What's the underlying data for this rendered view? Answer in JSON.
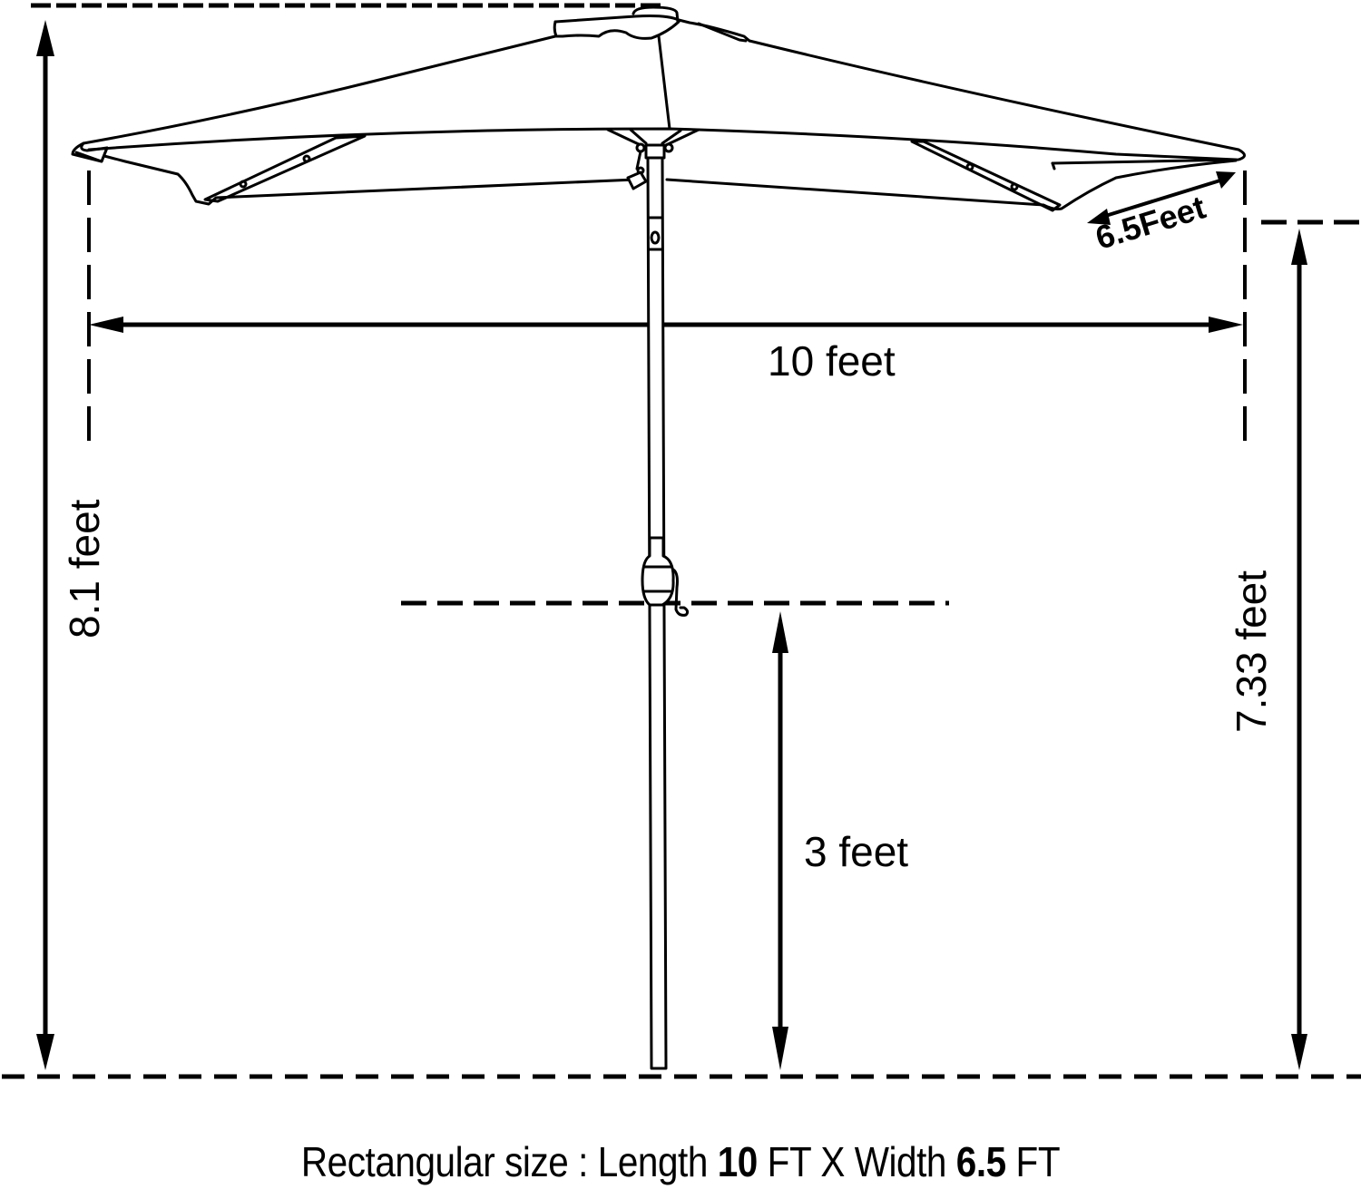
{
  "diagram": {
    "subject": "Rectangular patio umbrella with crank",
    "stroke_color": "#000000",
    "background_color": "#ffffff",
    "dimensions": {
      "total_height": {
        "label": "8.1 feet",
        "value": 8.1,
        "unit": "feet"
      },
      "canopy_length": {
        "label": "10 feet",
        "value": 10,
        "unit": "feet"
      },
      "canopy_width": {
        "label": "6.5Feet",
        "value": 6.5,
        "unit": "feet"
      },
      "clearance_height": {
        "label": "7.33 feet",
        "value": 7.33,
        "unit": "feet"
      },
      "crank_height": {
        "label": "3 feet",
        "value": 3,
        "unit": "feet"
      }
    },
    "caption": {
      "prefix": "Rectangular size : Length ",
      "length_value": "10",
      "length_unit": " FT  X Width ",
      "width_value": "6.5",
      "width_unit": " FT"
    }
  }
}
